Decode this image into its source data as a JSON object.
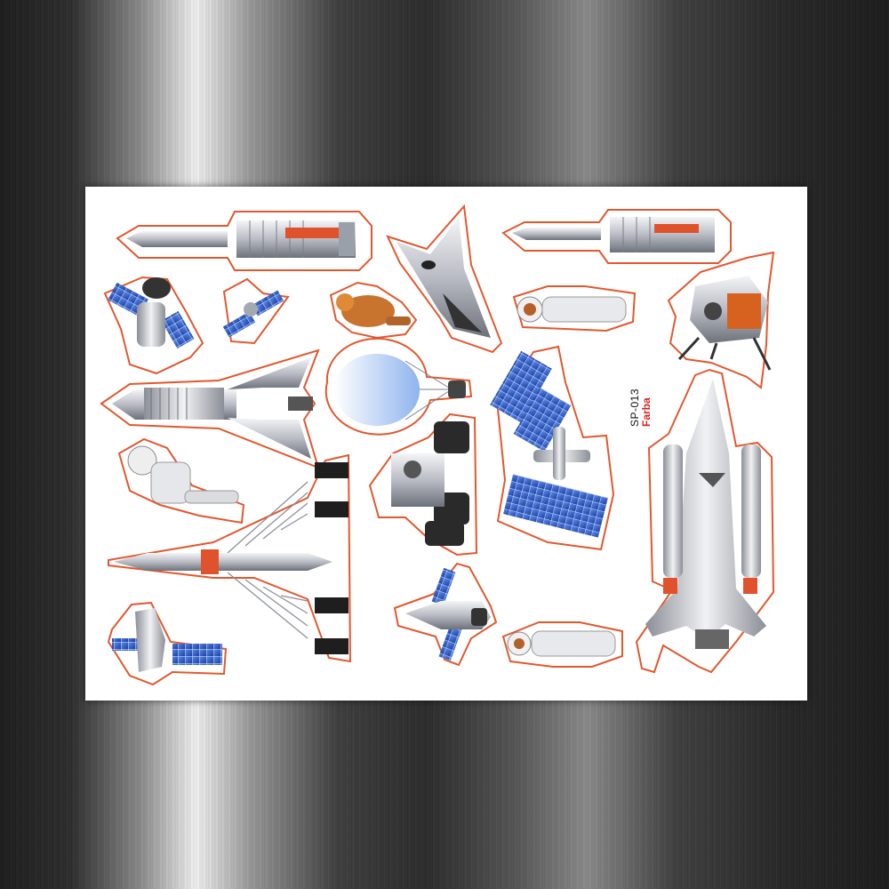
{
  "sheet": {
    "product_code": "SP-013",
    "brand": "Farba"
  },
  "colors": {
    "outline": "#e4572e",
    "panel_blue": "#2f63d6",
    "metal": "#c9ccd3",
    "dark": "#222222"
  },
  "stickers": [
    {
      "name": "rocket-sticker",
      "kind": "rocket"
    },
    {
      "name": "rocket-sticker",
      "kind": "rocket"
    },
    {
      "name": "space-shuttle-sticker",
      "kind": "shuttle"
    },
    {
      "name": "space-plane-sticker",
      "kind": "spaceplane"
    },
    {
      "name": "starship-sticker",
      "kind": "starship"
    },
    {
      "name": "satellite-sticker",
      "kind": "satellite"
    },
    {
      "name": "space-station-sticker",
      "kind": "station"
    },
    {
      "name": "lunar-lander-sticker",
      "kind": "lander"
    },
    {
      "name": "rover-sticker",
      "kind": "rover"
    },
    {
      "name": "parachute-capsule-sticker",
      "kind": "parachute"
    },
    {
      "name": "launch-tower-sticker",
      "kind": "launchpad"
    },
    {
      "name": "astronaut-sticker",
      "kind": "astronaut"
    },
    {
      "name": "astronaut-sticker",
      "kind": "astronaut"
    },
    {
      "name": "astronaut-sticker",
      "kind": "astronaut"
    },
    {
      "name": "astronaut-sticker",
      "kind": "astronaut"
    }
  ]
}
